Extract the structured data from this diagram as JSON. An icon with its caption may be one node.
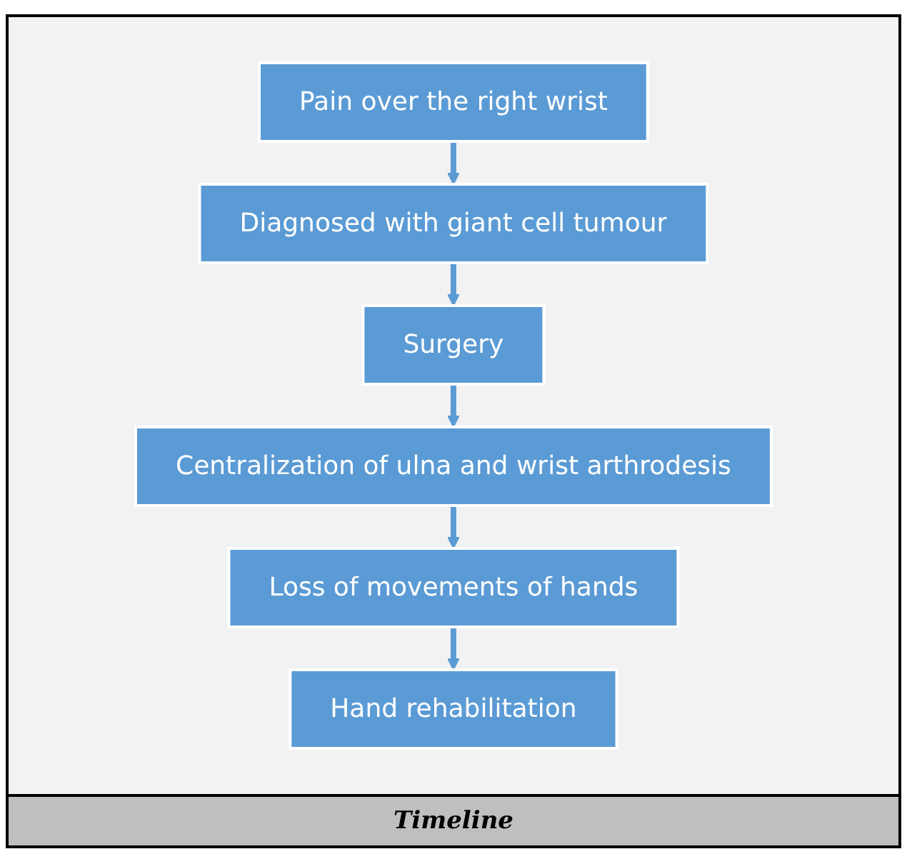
{
  "diagram": {
    "caption": "Timeline",
    "nodes": [
      {
        "text": [
          "Pain over the right wrist"
        ]
      },
      {
        "text": [
          "Diagnosed with giant cell tumour"
        ]
      },
      {
        "text": [
          "Surgery"
        ]
      },
      {
        "text": [
          "Centralization of ulna and wrist arthrodesis"
        ]
      },
      {
        "text": [
          "Loss of movements of hands"
        ]
      },
      {
        "text": [
          "Hand rehabilitation"
        ]
      }
    ],
    "edges": [
      {
        "from": 0,
        "to": 1,
        "arrow": "to"
      },
      {
        "from": 1,
        "to": 2,
        "arrow": "to"
      },
      {
        "from": 2,
        "to": 3,
        "arrow": "to"
      },
      {
        "from": 3,
        "to": 4,
        "arrow": "to"
      },
      {
        "from": 4,
        "to": 5,
        "arrow": "to"
      }
    ]
  }
}
